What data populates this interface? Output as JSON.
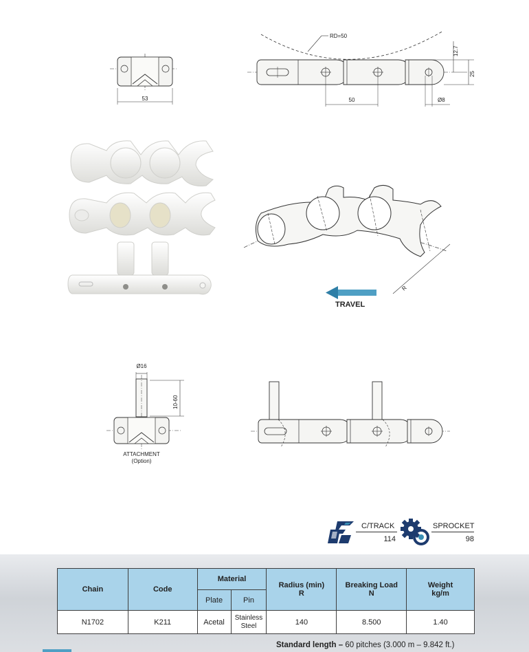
{
  "drawings": {
    "top_left_width": "53",
    "rd": "RD=50",
    "pitch": "50",
    "pin_dia": "Ø8",
    "offset": "12.7",
    "height": "25",
    "attach_dia": "Ø16",
    "attach_len": "10-60",
    "travel": "TRAVEL",
    "radius": "R",
    "attachment_label_line1": "ATTACHMENT",
    "attachment_label_line2": "(Option)"
  },
  "refs": {
    "ctrack_label": "C/TRACK",
    "ctrack_value": "114",
    "sprocket_label": "SPROCKET",
    "sprocket_value": "98"
  },
  "table": {
    "headers": {
      "chain": "Chain",
      "code": "Code",
      "material": "Material",
      "plate": "Plate",
      "pin": "Pin",
      "radius_line1": "Radius (min)",
      "radius_line2": "R",
      "breaking_line1": "Breaking Load",
      "breaking_line2": "N",
      "weight_line1": "Weight",
      "weight_line2": "kg/m"
    },
    "row": {
      "chain": "N1702",
      "code": "K211",
      "plate": "Acetal",
      "pin_line1": "Stainless",
      "pin_line2": "Steel",
      "radius": "140",
      "breaking": "8.500",
      "weight": "1.40"
    }
  },
  "footer": {
    "std_label": "Standard length –",
    "std_value": "60 pitches (3.000 m – 9.842 ft.)"
  },
  "colors": {
    "header_bg": "#a9d3ea",
    "accent": "#3a8fb5",
    "dark_blue": "#1d3b6e"
  }
}
